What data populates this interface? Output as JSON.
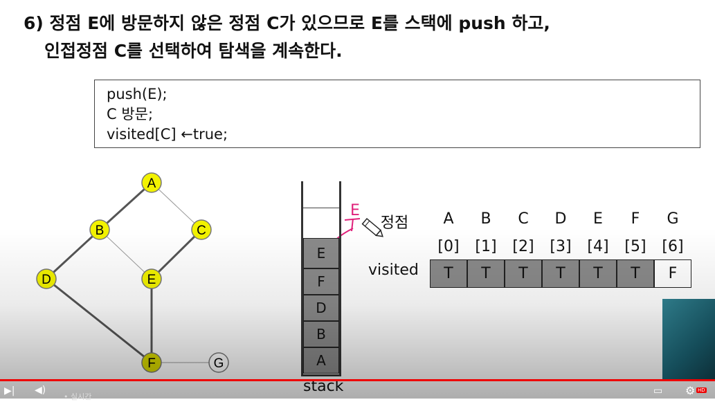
{
  "title": {
    "line1": "6) 정점 E에 방문하지 않은 정점 C가 있으므로 E를 스택에 push 하고,",
    "line2": "인접정점 C를 선택하여 탐색을 계속한다."
  },
  "code": {
    "line1": "push(E);",
    "line2": "C 방문;",
    "line3": "visited[C] ←true;"
  },
  "graph": {
    "nodes": [
      "A",
      "B",
      "C",
      "D",
      "E",
      "F",
      "G"
    ],
    "colors": {
      "visited": "#f2f200",
      "current": "#d8d800",
      "unvisited": "#ffffff"
    }
  },
  "stack": {
    "label": "stack",
    "items": [
      "A",
      "B",
      "D",
      "F",
      "E"
    ],
    "annotation": "E"
  },
  "visited_table": {
    "vertex_label": "정점",
    "row_label": "visited",
    "vertices": [
      "A",
      "B",
      "C",
      "D",
      "E",
      "F",
      "G"
    ],
    "indices": [
      "[0]",
      "[1]",
      "[2]",
      "[3]",
      "[4]",
      "[5]",
      "[6]"
    ],
    "values": [
      "T",
      "T",
      "T",
      "T",
      "T",
      "T",
      "F"
    ]
  },
  "player": {
    "live_label": "• 실시간",
    "hd_badge": "HD"
  }
}
